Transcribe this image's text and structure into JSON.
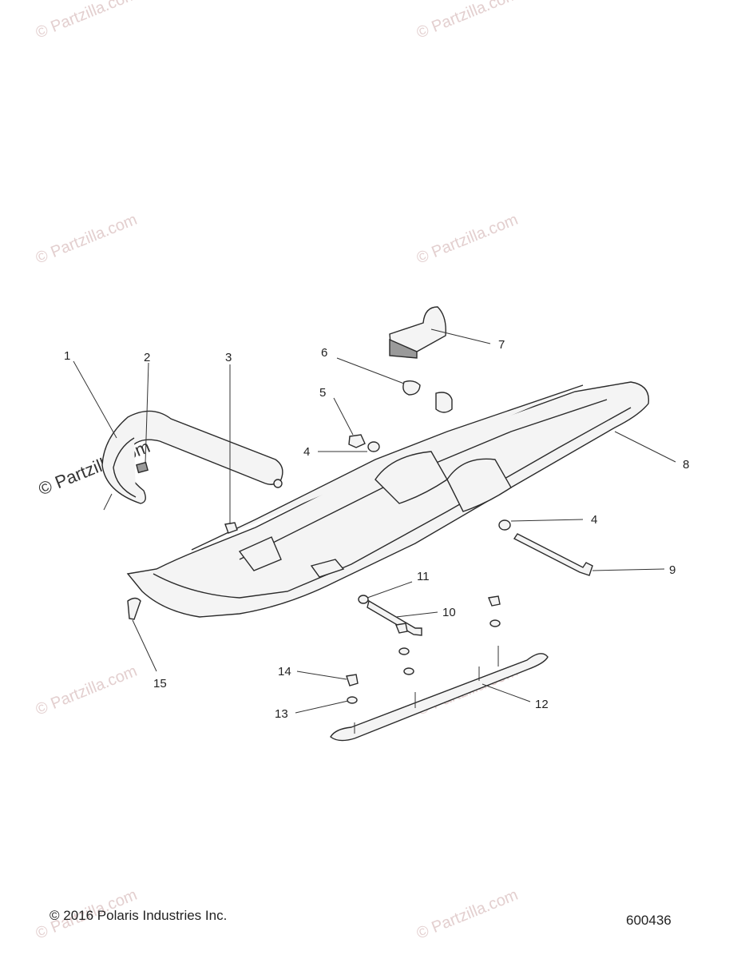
{
  "watermark": "© Partzilla.com",
  "copyright": "© 2016 Polaris Industries Inc.",
  "diagram_number": "600436",
  "callouts": [
    "1",
    "2",
    "3",
    "4",
    "5",
    "6",
    "7",
    "8",
    "9",
    "10",
    "11",
    "12",
    "13",
    "14",
    "15"
  ],
  "callout_4b": "4"
}
